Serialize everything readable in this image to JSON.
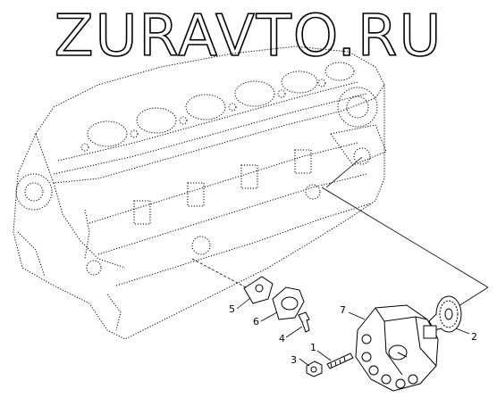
{
  "watermark": {
    "text": "ZURAVTO.RU"
  },
  "callouts": [
    {
      "id": "1",
      "label": "1"
    },
    {
      "id": "2",
      "label": "2"
    },
    {
      "id": "3",
      "label": "3"
    },
    {
      "id": "4",
      "label": "4"
    },
    {
      "id": "5",
      "label": "5"
    },
    {
      "id": "6",
      "label": "6"
    },
    {
      "id": "7",
      "label": "7"
    }
  ],
  "colors": {
    "line": "#000000",
    "background": "#ffffff",
    "watermark_fill": "#ffffff",
    "watermark_stroke": "#000000"
  }
}
